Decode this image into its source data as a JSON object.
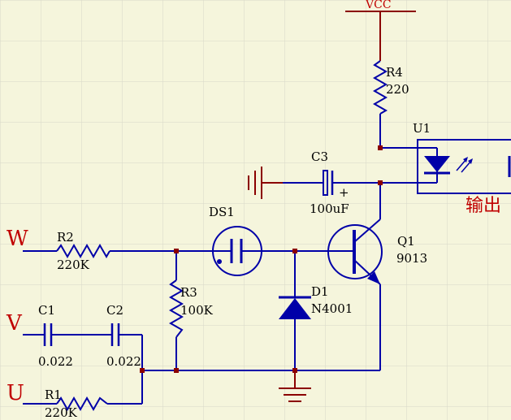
{
  "inputs": {
    "w": "W",
    "v": "V",
    "u": "U"
  },
  "power": {
    "vcc": "VCC"
  },
  "components": {
    "r1": {
      "ref": "R1",
      "value": "220K"
    },
    "r2": {
      "ref": "R2",
      "value": "220K"
    },
    "r3": {
      "ref": "R3",
      "value": "100K"
    },
    "r4": {
      "ref": "R4",
      "value": "220"
    },
    "c1": {
      "ref": "C1",
      "value": "0.022"
    },
    "c2": {
      "ref": "C2",
      "value": "0.022"
    },
    "c3": {
      "ref": "C3",
      "value": "100uF",
      "polarity": "+"
    },
    "ds1": {
      "ref": "DS1"
    },
    "d1": {
      "ref": "D1",
      "value": "N4001"
    },
    "q1": {
      "ref": "Q1",
      "value": "9013"
    },
    "u1": {
      "ref": "U1",
      "output_label": "输出"
    }
  },
  "colors": {
    "background": "#f5f5dc",
    "grid": "#d8d8c8",
    "wire": "#0000a8",
    "power_wire": "#8b0000",
    "label_red": "#c00000"
  }
}
